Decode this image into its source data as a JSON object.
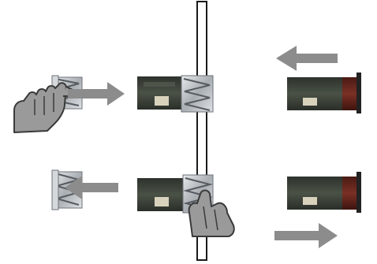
{
  "diagram": {
    "description_items": [
      {
        "row": "top",
        "steps": [
          "hand-grips-clip",
          "clip-pushed-right-onto-holder",
          "holder-mounted-in-panel",
          "cartridge-inserted-from-right"
        ]
      },
      {
        "row": "bottom",
        "steps": [
          "hand-presses-clip-latch",
          "clip-pulled-left",
          "cartridge-withdrawn-to-right"
        ]
      }
    ],
    "colors": {
      "arrow": "#8c8c8c",
      "hand_fill": "#9a9a9a",
      "hand_stroke": "#3a3a3a",
      "panel_stroke": "#1a1a1a",
      "cartridge_body": "#3a3f38",
      "cartridge_cap": "#6e2a22",
      "clip_metal": "#c8ccd0"
    },
    "icons": [
      "hand-icon",
      "arrow-right-icon",
      "arrow-left-icon",
      "spring-clip-icon",
      "cartridge-icon",
      "mounting-panel-icon"
    ]
  }
}
